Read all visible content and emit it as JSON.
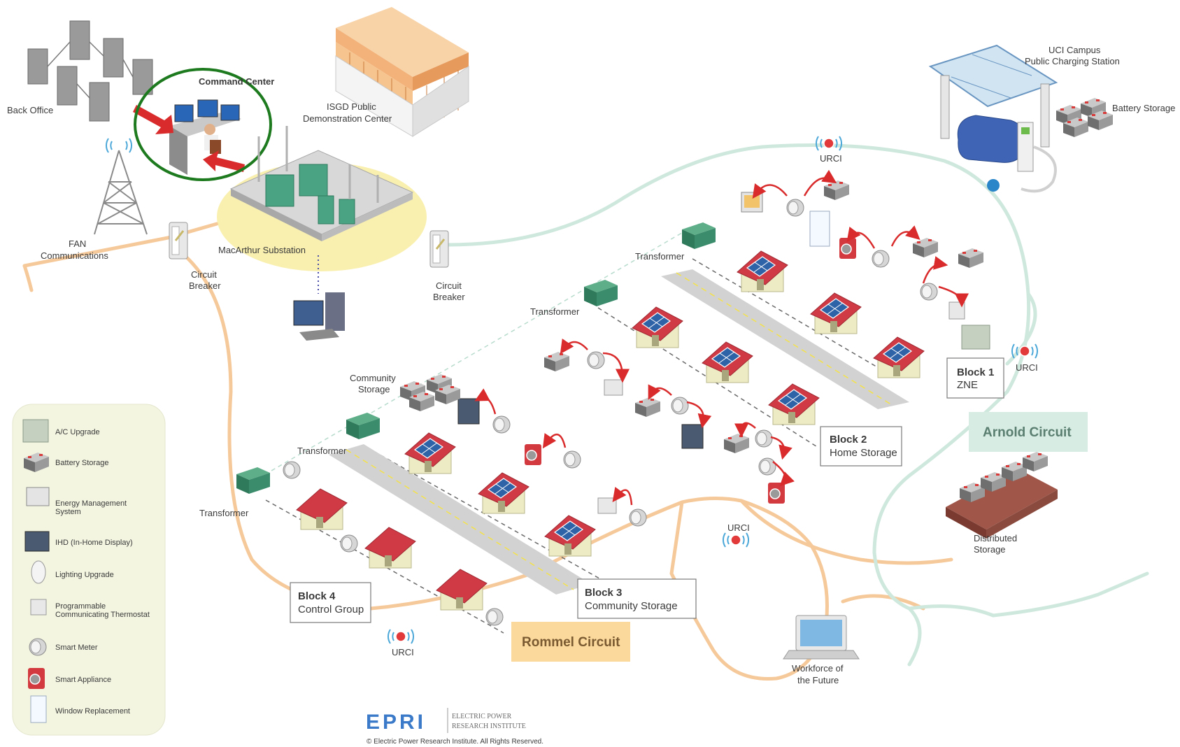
{
  "labels": {
    "back_office": "Back Office",
    "command_center": "Command Center",
    "isgd_1": "ISGD Public",
    "isgd_2": "Demonstration Center",
    "uci_1": "UCI Campus",
    "uci_2": "Public Charging Station",
    "battery_storage_station": "Battery Storage",
    "fan_1": "FAN",
    "fan_2": "Communications",
    "substation": "MacArthur Substation",
    "circuit_breaker_1": "Circuit",
    "circuit_breaker_2": "Breaker",
    "circuit_breaker_r1": "Circuit",
    "circuit_breaker_r2": "Breaker",
    "transformer": "Transformer",
    "community_storage_1": "Community",
    "community_storage_2": "Storage",
    "urci": "URCI",
    "distributed_1": "Distributed",
    "distributed_2": "Storage",
    "workforce_1": "Workforce of",
    "workforce_2": "the Future"
  },
  "blocks": [
    {
      "title": "Block 1",
      "subtitle": "ZNE"
    },
    {
      "title": "Block 2",
      "subtitle": "Home Storage"
    },
    {
      "title": "Block 3",
      "subtitle": "Community  Storage"
    },
    {
      "title": "Block 4",
      "subtitle": "Control Group"
    }
  ],
  "circuits": {
    "arnold": "Arnold Circuit",
    "rommel": "Rommel Circuit"
  },
  "legend": [
    {
      "label": "A/C Upgrade",
      "icon": "ac-unit-icon"
    },
    {
      "label": "Battery Storage",
      "icon": "battery-icon"
    },
    {
      "label": "Energy Management",
      "label2": "System",
      "icon": "computer-icon"
    },
    {
      "label": "IHD (In-Home Display)",
      "icon": "tablet-icon"
    },
    {
      "label": "Lighting Upgrade",
      "icon": "bulb-icon"
    },
    {
      "label": "Programmable",
      "label2": "Communicating Thermostat",
      "icon": "thermostat-icon"
    },
    {
      "label": "Smart Meter",
      "icon": "meter-icon"
    },
    {
      "label": "Smart Appliance",
      "icon": "appliance-icon"
    },
    {
      "label": "Window Replacement",
      "icon": "window-icon"
    }
  ],
  "epri": {
    "logo": "EPRI",
    "name_1": "ELECTRIC POWER",
    "name_2": "RESEARCH INSTITUTE",
    "copyright": "© Electric Power Research Institute. All Rights Reserved."
  },
  "colors": {
    "rommel_line": "#f6c99a",
    "arnold_line": "#cfe8dd",
    "highlight_circle": "#1e7a1e",
    "arrow_red": "#d92b2b",
    "roof_red": "#cf3a45",
    "house_wall": "#ecebc4",
    "solar_blue": "#2f63a8",
    "transformer_green": "#3b8c6c",
    "substation_glow": "#f8ec9c",
    "legend_bg": "#f3f5e1"
  }
}
